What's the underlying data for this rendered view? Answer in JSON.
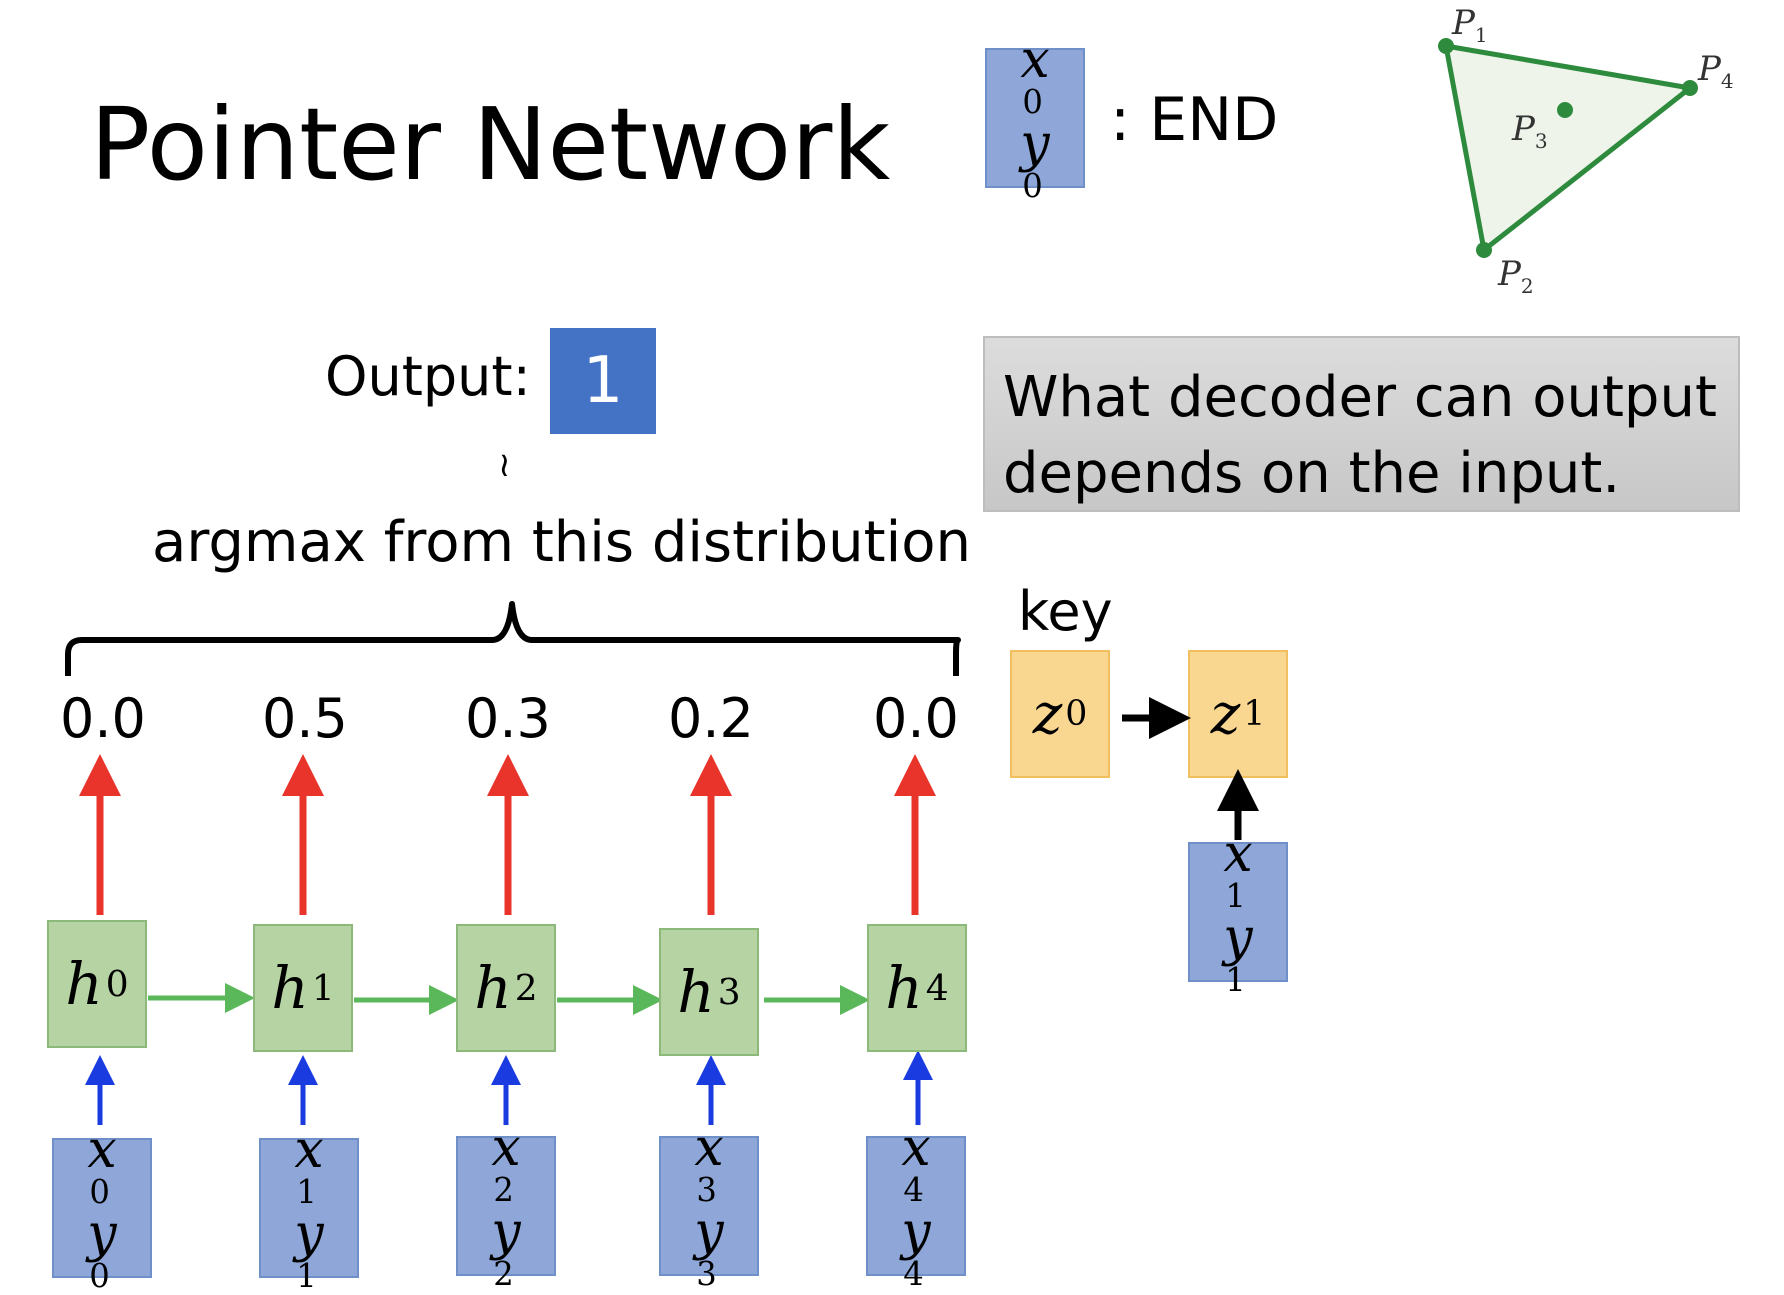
{
  "title": "Pointer Network",
  "end_token": {
    "x": "x",
    "y": "y",
    "sub": "0",
    "label": ": END"
  },
  "output": {
    "label": "Output:",
    "value": "1"
  },
  "tilde": "≀",
  "argmax_label": "argmax from this distribution",
  "probabilities": [
    "0.0",
    "0.5",
    "0.3",
    "0.2",
    "0.0"
  ],
  "hidden_states": [
    {
      "base": "h",
      "sup": "0"
    },
    {
      "base": "h",
      "sup": "1"
    },
    {
      "base": "h",
      "sup": "2"
    },
    {
      "base": "h",
      "sup": "3"
    },
    {
      "base": "h",
      "sup": "4"
    }
  ],
  "inputs": [
    {
      "x": "x",
      "y": "y",
      "sub": "0"
    },
    {
      "x": "x",
      "y": "y",
      "sub": "1"
    },
    {
      "x": "x",
      "y": "y",
      "sub": "2"
    },
    {
      "x": "x",
      "y": "y",
      "sub": "3"
    },
    {
      "x": "x",
      "y": "y",
      "sub": "4"
    }
  ],
  "note": {
    "line1": "What decoder can output",
    "line2": "depends on the input."
  },
  "key_label": "key",
  "decoder": {
    "z0": {
      "base": "z",
      "sup": "0"
    },
    "z1": {
      "base": "z",
      "sup": "1"
    },
    "input": {
      "x": "x",
      "y": "y",
      "sub": "1"
    }
  },
  "polygon": {
    "points": [
      {
        "label": "P",
        "sub": "1"
      },
      {
        "label": "P",
        "sub": "2"
      },
      {
        "label": "P",
        "sub": "3"
      },
      {
        "label": "P",
        "sub": "4"
      }
    ]
  },
  "colors": {
    "red_arrow": "#e8342a",
    "blue_arrow": "#1a3be0",
    "green_arrow": "#5ab85a",
    "polygon_stroke": "#2e8b3e",
    "polygon_fill": "#eef4ea"
  }
}
